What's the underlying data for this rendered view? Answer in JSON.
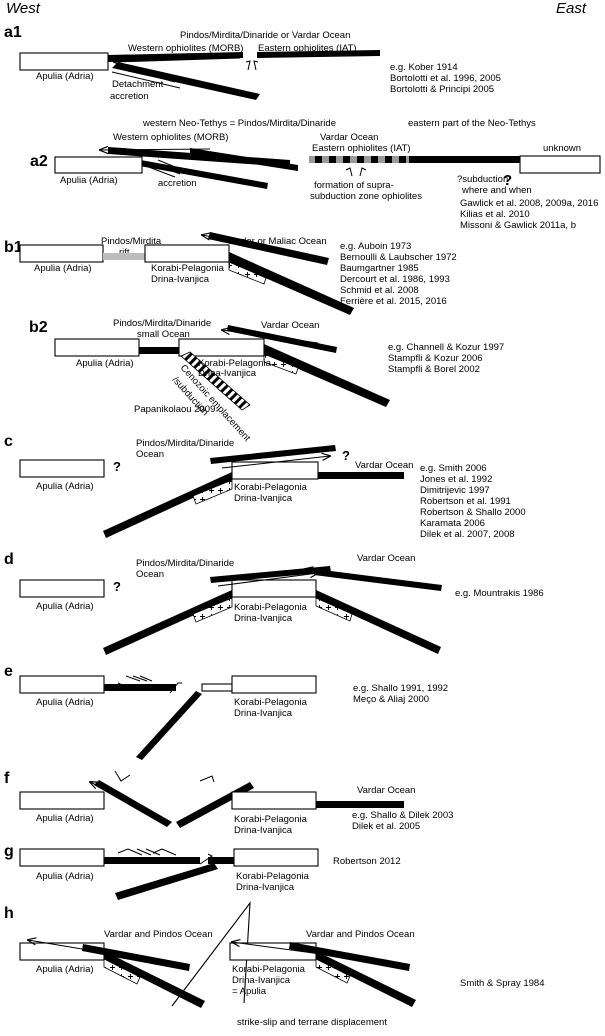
{
  "header": {
    "west": "West",
    "east": "East"
  },
  "panels": {
    "a1": {
      "label": "a1",
      "ocean_title": "Pindos/Mirdita/Dinaride or Vardar Ocean",
      "western_ophiolites": "Western ophiolites (MORB)",
      "eastern_ophiolites": "Eastern ophiolites (IAT)",
      "apulia": "Apulia (Adria)",
      "detachment_1": "Detachment",
      "detachment_2": "accretion",
      "refs": [
        "e.g. Kober 1914",
        "Bortolotti et al. 1996, 2005",
        "Bortolotti & Principi 2005"
      ]
    },
    "a2": {
      "label": "a2",
      "title": "western Neo-Tethys = Pindos/Mirdita/Dinaride",
      "eastern_neo": "eastern part of the Neo-Tethys",
      "western_ophiolites": "Western ophiolites (MORB)",
      "vardar": "Vardar Ocean",
      "eastern_ophiolites": "Eastern ophiolites (IAT)",
      "unknown": "unknown",
      "apulia": "Apulia (Adria)",
      "accretion": "accretion",
      "supra_1": "formation of supra-",
      "supra_2": "subduction zone ophiolites",
      "subd_1": "?subduction",
      "subd_q": "?",
      "subd_2": "where and when",
      "refs": [
        "Gawlick et al. 2008, 2009a, 2016",
        "Kilias et al. 2010",
        "Missoni & Gawlick 2011a, b"
      ]
    },
    "b1": {
      "label": "b1",
      "rift_1": "Pindos/Mirdita",
      "rift_2": "rift",
      "vardar": "Vardar or Maliac Ocean",
      "apulia": "Apulia (Adria)",
      "korabi_1": "Korabi-Pelagonia",
      "korabi_2": "Drina-Ivanjica",
      "refs": [
        "e.g. Auboin 1973",
        "Bernoulli & Laubscher 1972",
        "Baumgartner 1985",
        "Dercourt et al. 1986, 1993",
        "Schmid et al. 2008",
        "Ferrière et al. 2015, 2016"
      ]
    },
    "b2": {
      "label": "b2",
      "title_1": "Pindos/Mirdita/Dinaride",
      "title_2": "small Ocean",
      "vardar": "Vardar Ocean",
      "apulia": "Apulia (Adria)",
      "korabi_1": "Korabi-Pelagonia",
      "korabi_2": "Drina-Ivanjica",
      "cenozoic_1": "Cenozoic emplacement",
      "cenozoic_2": "/subduction",
      "papanikolaou": "Papanikolaou 2009",
      "refs": [
        "e.g. Channell & Kozur 1997",
        "Stampfli & Kozur 2006",
        "Stampfli & Borel 2002"
      ]
    },
    "c": {
      "label": "c",
      "title_1": "Pindos/Mirdita/Dinaride",
      "title_2": "Ocean",
      "q1": "?",
      "q2": "?",
      "vardar": "Vardar Ocean",
      "apulia": "Apulia (Adria)",
      "korabi_1": "Korabi-Pelagonia",
      "korabi_2": "Drina-Ivanjica",
      "refs": [
        "e.g. Smith 2006",
        "Jones et al. 1992",
        "Dimitrijevic 1997",
        "Robertson et al. 1991",
        "Robertson & Shallo 2000",
        "Karamata 2006",
        "Dilek et al. 2007, 2008"
      ]
    },
    "d": {
      "label": "d",
      "title_1": "Pindos/Mirdita/Dinaride",
      "title_2": "Ocean",
      "q": "?",
      "vardar": "Vardar Ocean",
      "apulia": "Apulia (Adria)",
      "korabi_1": "Korabi-Pelagonia",
      "korabi_2": "Drina-Ivanjica",
      "refs": [
        "e.g. Mountrakis 1986"
      ]
    },
    "e": {
      "label": "e",
      "apulia": "Apulia (Adria)",
      "korabi_1": "Korabi-Pelagonia",
      "korabi_2": "Drina-Ivanjica",
      "refs": [
        "e.g. Shallo 1991, 1992",
        "Meço & Aliaj 2000"
      ]
    },
    "f": {
      "label": "f",
      "vardar": "Vardar Ocean",
      "apulia": "Apulia (Adria)",
      "korabi_1": "Korabi-Pelagonia",
      "korabi_2": "Drina-Ivanjica",
      "refs": [
        "e.g. Shallo & Dilek 2003",
        "Dilek et al. 2005"
      ]
    },
    "g": {
      "label": "g",
      "apulia": "Apulia (Adria)",
      "korabi_1": "Korabi-Pelagonia",
      "korabi_2": "Drina-Ivanjica",
      "refs": [
        "Robertson 2012"
      ]
    },
    "h": {
      "label": "h",
      "vardar_pindos_left": "Vardar and Pindos Ocean",
      "vardar_pindos_right": "Vardar and Pindos Ocean",
      "apulia": "Apulia (Adria)",
      "korabi_1": "Korabi-Pelagonia",
      "korabi_2": "Drina-Ivanjica",
      "korabi_3": "= Apulia",
      "strike_slip": "strike-slip and terrane displacement",
      "refs": [
        "Smith & Spray 1984"
      ]
    }
  },
  "colors": {
    "ocean_gray": "#bdbdbd",
    "slab": "#000000",
    "block_fill": "#ffffff"
  }
}
